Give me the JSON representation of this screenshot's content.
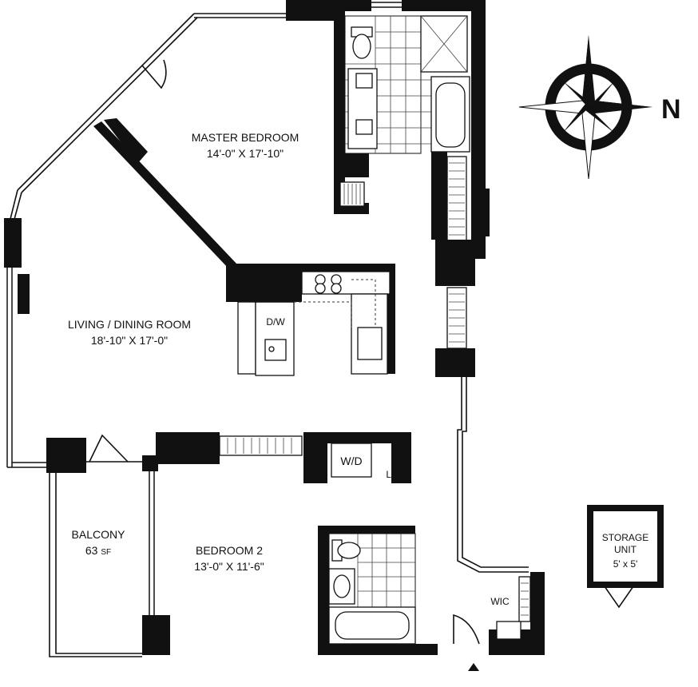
{
  "rooms": {
    "master_bedroom": {
      "name": "MASTER BEDROOM",
      "dims": "14'-0\" X 17'-10\""
    },
    "living_dining": {
      "name": "LIVING / DINING ROOM",
      "dims": "18'-10\" X 17'-0\""
    },
    "bedroom2": {
      "name": "BEDROOM 2",
      "dims": "13'-0\" X 11'-6\""
    },
    "balcony": {
      "name": "BALCONY",
      "area": "63",
      "unit": "SF"
    },
    "storage": {
      "line1": "STORAGE",
      "line2": "UNIT",
      "dims": "5' x 5'"
    }
  },
  "fixtures": {
    "dishwasher": "D/W",
    "washer_dryer": "W/D",
    "linen_closet": "LC",
    "walk_in_closet": "WIC"
  },
  "compass": {
    "north": "N"
  },
  "colors": {
    "wall": "#111111",
    "background": "#ffffff"
  }
}
